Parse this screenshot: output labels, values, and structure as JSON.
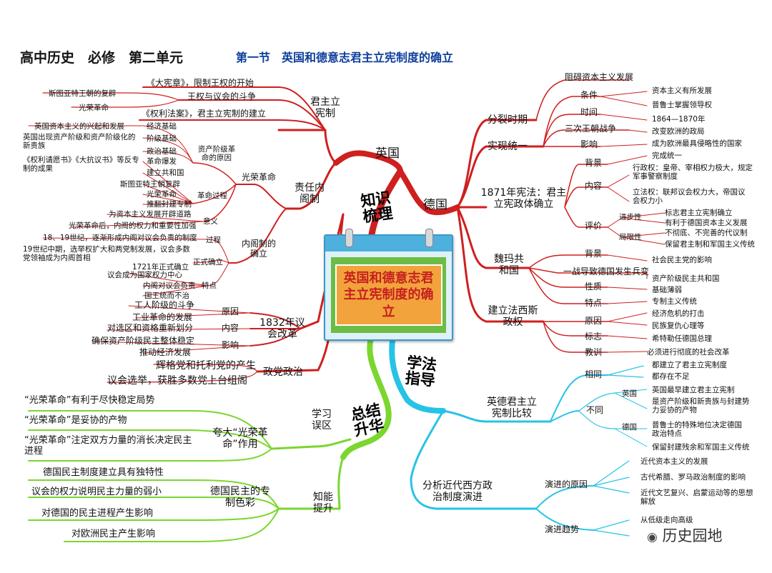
{
  "title": {
    "main": "高中历史　必修　第二单元",
    "section": "第一节　英国和德意志君主立宪制度的确立"
  },
  "center": "英国和德意志君主立宪制度的确立",
  "branches": {
    "knowledge": "知识梳理",
    "study": "学法指导",
    "summary": "总结升华"
  },
  "watermark": "历史园地",
  "britain": {
    "label": "英国",
    "monarchy": {
      "label": "君主立宪制",
      "items": [
        "《大宪章》，限制王权的开始",
        "王权与议会的斗争",
        "《权利法案》，君主立宪制的建立"
      ],
      "sub": [
        "斯图亚特王朝的复辟",
        "光荣革命"
      ]
    },
    "cabinet": {
      "label": "责任内阁制",
      "glorious": {
        "label": "光荣革命",
        "cause": {
          "label": "资产阶级革命的原因",
          "items": [
            "经济基础",
            "阶级基础",
            "政治基础"
          ],
          "details": [
            "英国资本主义的兴起和发展",
            "英国出现资产阶级和资产阶级化的新贵族",
            "《权利请愿书》《大抗议书》等反专制的成果"
          ]
        },
        "process": {
          "label": "革命过程",
          "items": [
            "革命爆发",
            "建立共和国",
            "斯图亚特王朝复辟",
            "光荣革命",
            "推翻封建专制"
          ]
        },
        "meaning": {
          "label": "意义",
          "items": [
            "为资本主义发展开辟道路",
            "光荣革命后，内阁的权力和重要性加强"
          ]
        }
      },
      "inner": {
        "label": "内阁制的确立",
        "process": {
          "label": "过程",
          "items": [
            "18、19世纪，逐渐形成内阁对议会负责的制度",
            "19世纪中期，选举权扩大和两党制发展，议会多数党领袖成为内阁首相"
          ]
        },
        "formal": {
          "label": "正式确立",
          "items": [
            "1721年正式确立"
          ]
        },
        "features": {
          "label": "特点",
          "items": [
            "议会成为国家权力中心",
            "内阁对议会负责",
            "国王统而不治"
          ]
        }
      }
    },
    "reform": {
      "label": "1832年议会改革",
      "cause": {
        "label": "原因",
        "items": [
          "工人阶级的斗争",
          "工业革命的发展"
        ]
      },
      "content": {
        "label": "内容",
        "items": [
          "对选区和资格重新划分"
        ]
      },
      "impact": {
        "label": "影响",
        "items": [
          "确保资产阶级民主整体稳定",
          "推动经济发展"
        ]
      }
    },
    "party": {
      "label": "政党政治",
      "items": [
        "辉格党和托利党的产生",
        "议会选举，获胜多数党上台组阁"
      ]
    }
  },
  "germany": {
    "label": "德国",
    "split": {
      "label": "分裂时期",
      "items": [
        "阻碍资本主义发展"
      ]
    },
    "unify": {
      "label": "实现统一",
      "items": [
        {
          "k": "条件",
          "v": [
            "资本主义有所发展",
            "普鲁士掌握领导权"
          ]
        },
        {
          "k": "时间",
          "v": [
            "1864—1870年"
          ]
        },
        {
          "k": "三次王朝战争",
          "v": [
            "改变欧洲的政局"
          ]
        },
        {
          "k": "影响",
          "v": [
            "成为欧洲最具侵略性的国家"
          ]
        }
      ]
    },
    "const": {
      "label": "1871年宪法：君主立宪政体确立",
      "background": {
        "k": "背景",
        "v": "完成统一"
      },
      "content": {
        "k": "内容",
        "v": [
          "行政权：皇帝、宰相权力极大，规定军事警察制度",
          "立法权：联邦议会权力大，帝国议会权力小"
        ]
      },
      "eval": {
        "k": "评价",
        "progress": {
          "k": "进步性",
          "v": [
            "标志君主立宪制确立",
            "有利于德国资本主义发展"
          ]
        },
        "limit": {
          "k": "局限性",
          "v": [
            "不彻底、不完善的代议制",
            "保留君主制和军国主义传统"
          ]
        }
      }
    },
    "weimar": {
      "label": "魏玛共和国",
      "items": [
        {
          "k": "背景",
          "v": [
            "社会民主党的影响"
          ]
        },
        {
          "k": "一战导致德国发生兵变",
          "v": [
            "资产阶级民主共和国"
          ]
        },
        {
          "k": "性质",
          "v": [
            "基础薄弱"
          ]
        },
        {
          "k": "特点",
          "v": [
            "专制主义传统"
          ]
        }
      ]
    },
    "fascist": {
      "label": "建立法西斯政权",
      "items": [
        {
          "k": "原因",
          "v": [
            "经济危机的打击",
            "民族复仇心理等"
          ]
        },
        {
          "k": "标志",
          "v": [
            "希特勒任德国总理"
          ]
        },
        {
          "k": "教训",
          "v": [
            "必须进行彻底的社会改革"
          ]
        }
      ]
    }
  },
  "compare": {
    "label": "英德君主立宪制比较",
    "same": {
      "k": "相同",
      "v": [
        "都建立了君主立宪制度",
        "都存在不足"
      ]
    },
    "diff": {
      "k": "不同",
      "uk": {
        "k": "英国",
        "v": [
          "英国最早建立君主立宪制",
          "是资产阶级和新贵族与封建势力妥协的产物"
        ]
      },
      "de": {
        "k": "德国",
        "v": [
          "普鲁士的特殊地位决定德国政治特点",
          "保留封建残余和军国主义传统"
        ]
      }
    }
  },
  "evolution": {
    "label": "分析近代西方政治制度演进",
    "reasons": {
      "k": "演进的原因",
      "v": [
        "近代资本主义的发展",
        "古代希腊、罗马政治制度的影响",
        "近代文艺复兴、启蒙运动等的思想解放"
      ]
    },
    "trend": {
      "k": "演进趋势",
      "v": [
        "从低级走向高级"
      ]
    }
  },
  "summary": {
    "mistake": {
      "label": "学习误区",
      "sub": "夸大“光荣革命”作用",
      "items": [
        "“光荣革命”有利于尽快稳定局势",
        "“光荣革命”是妥协的产物",
        "“光荣革命”注定双方力量的消长决定民主进程"
      ]
    },
    "ability": {
      "label": "知能提升",
      "sub": "德国民主的专制色彩",
      "items": [
        "德国民主制度建立具有独特性",
        "议会的权力说明民主力量的弱小",
        "对德国的民主进程产生影响",
        "对欧洲民主产生影响"
      ]
    }
  }
}
